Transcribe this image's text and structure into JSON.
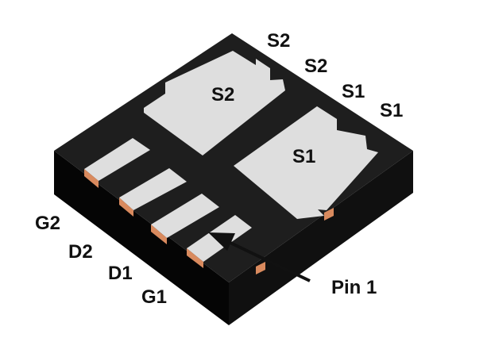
{
  "pad_labels": {
    "s2_large": "S2",
    "s1_large": "S1"
  },
  "pin_labels": {
    "top_s2_a": "S2",
    "top_s2_b": "S2",
    "top_s1_a": "S1",
    "top_s1_b": "S1",
    "g2": "G2",
    "d2": "D2",
    "d1": "D1",
    "g1": "G1"
  },
  "pin1_label": "Pin 1",
  "colors": {
    "package_top": "#1e1e1e",
    "package_front": "#050505",
    "package_right": "#101010",
    "pad": "#dedede",
    "copper": "#d98a5e",
    "text": "#111111"
  }
}
